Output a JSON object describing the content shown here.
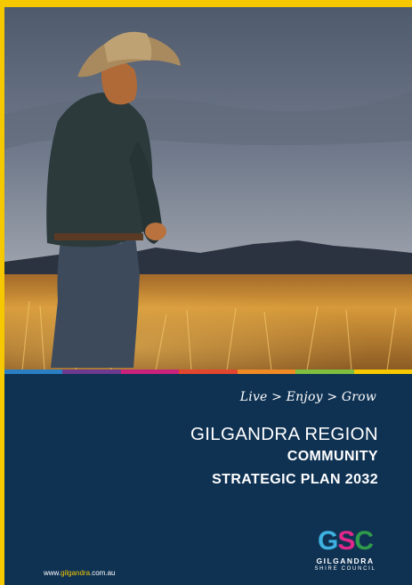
{
  "cover": {
    "tagline": "Live > Enjoy > Grow",
    "title_line1": "GILGANDRA REGION",
    "title_line2": "COMMUNITY",
    "title_line3": "STRATEGIC  PLAN 2032",
    "website_prefix": "www.",
    "website_highlight": "gilgandra",
    "website_suffix": ".com.au",
    "logo_mark_g": "G",
    "logo_mark_s": "S",
    "logo_mark_c": "C",
    "logo_name": "GILGANDRA",
    "logo_subtitle": "SHIRE COUNCIL"
  },
  "colors": {
    "frame": "#f6c800",
    "panel": "#0f3253",
    "stripe": [
      "#2a7fc4",
      "#6c3a8f",
      "#c8227d",
      "#e2462f",
      "#f08a24",
      "#7fbf3f",
      "#f6c800"
    ]
  }
}
